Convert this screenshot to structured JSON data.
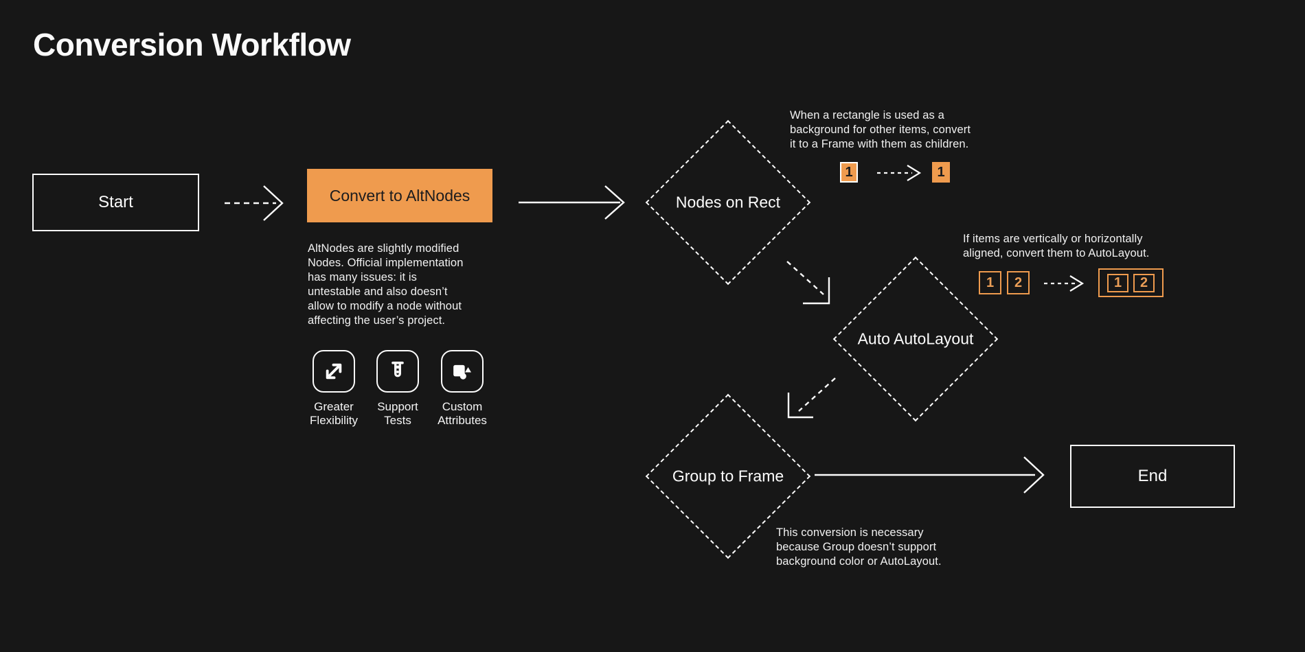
{
  "title": "Conversion Workflow",
  "colors": {
    "background": "#171717",
    "accent_orange": "#EF9B4E",
    "line_white": "#FCFCFC",
    "text_on_orange": "#1C1C1E"
  },
  "flow": {
    "start": {
      "label": "Start"
    },
    "convert_to_altnodes": {
      "label": "Convert to AltNodes",
      "description": "AltNodes are slightly modified\nNodes. Official implementation\nhas many issues: it is\nuntestable and also doesn’t\nallow to modify a node without\naffecting the user’s project."
    },
    "nodes_on_rect": {
      "label": "Nodes on Rect",
      "note": "When a rectangle is used as a\nbackground for other items, convert\nit to a Frame with them as children."
    },
    "auto_autolayout": {
      "label": "Auto AutoLayout",
      "note": "If items are vertically or horizontally\naligned, convert them to AutoLayout."
    },
    "group_to_frame": {
      "label": "Group to Frame",
      "note": "This conversion is necessary\nbecause Group doesn’t support\nbackground color or AutoLayout."
    },
    "end": {
      "label": "End"
    }
  },
  "benefits": [
    {
      "icon": "expand-icon",
      "label": "Greater\nFlexibility"
    },
    {
      "icon": "test-tube-icon",
      "label": "Support\nTests"
    },
    {
      "icon": "shapes-icon",
      "label": "Custom\nAttributes"
    }
  ],
  "examples": {
    "rect_to_frame": {
      "before": "1",
      "after": "1"
    },
    "autolayout": {
      "item1": "1",
      "item2": "2",
      "grouped_item1": "1",
      "grouped_item2": "2"
    }
  }
}
